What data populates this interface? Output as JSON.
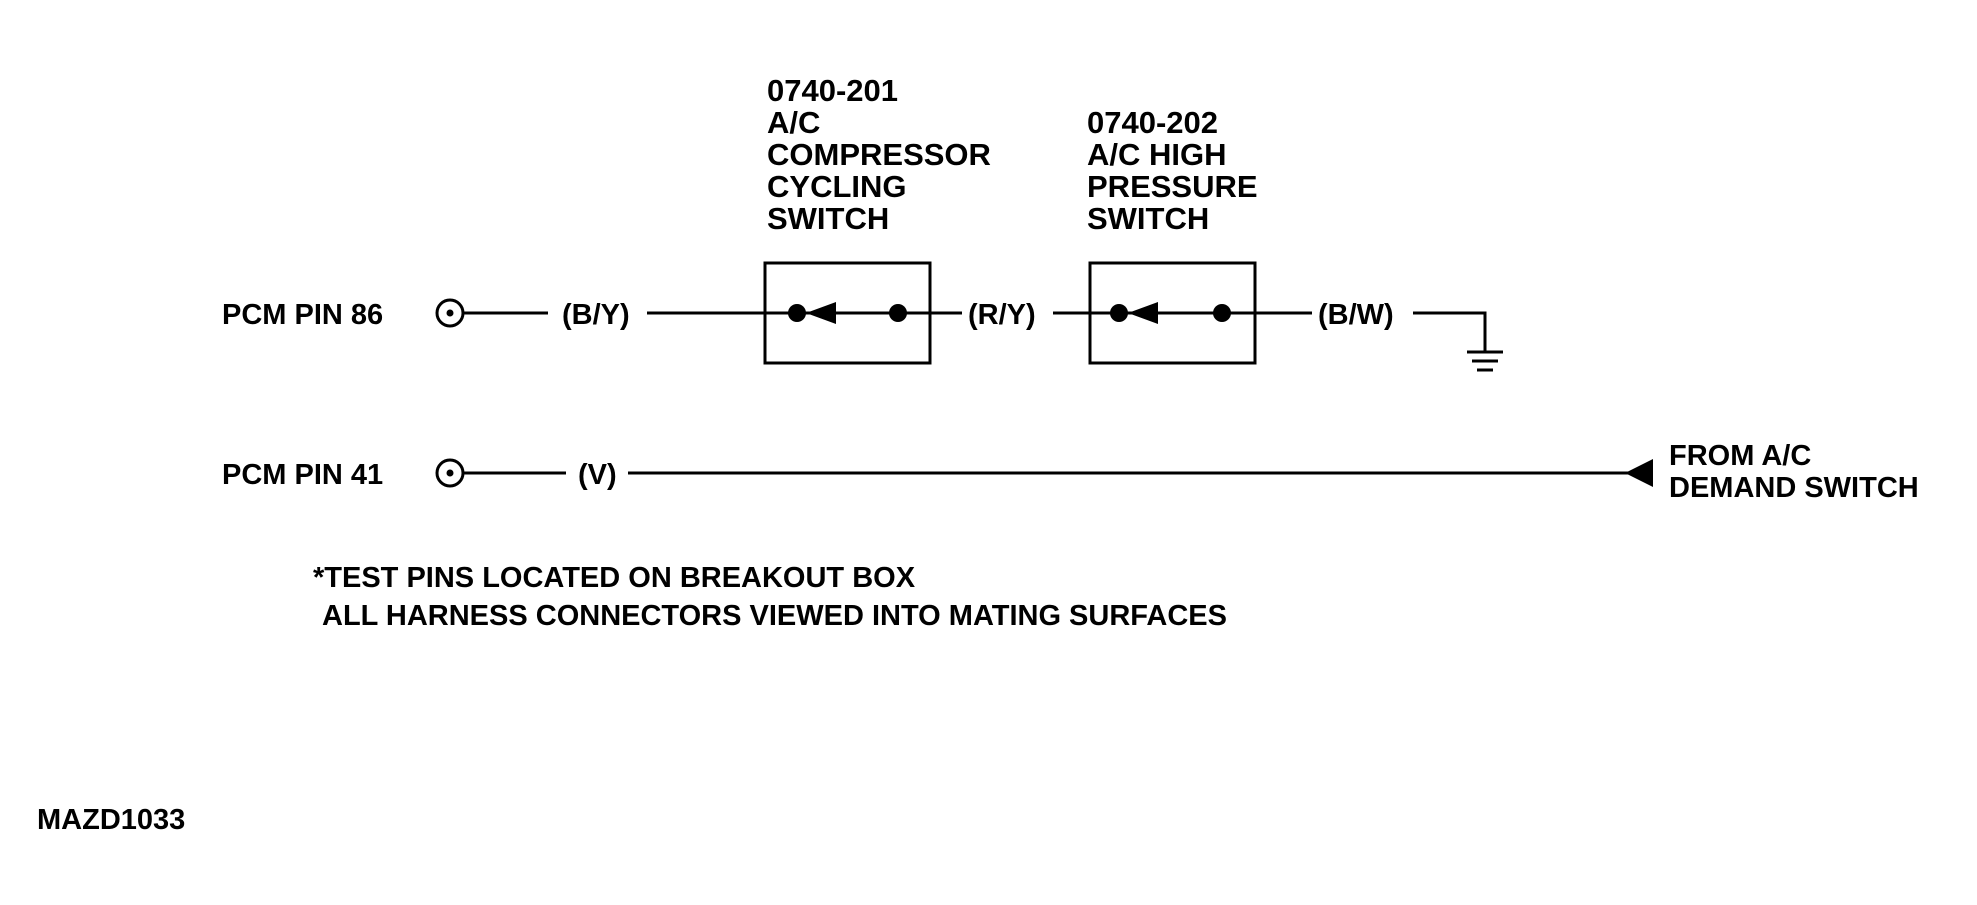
{
  "colors": {
    "ink": "#000000",
    "background": "#ffffff"
  },
  "circuit_1": {
    "pin_label": "PCM PIN 86",
    "wire_1": "(B/Y)",
    "wire_2": "(R/Y)",
    "wire_3": "(B/W)",
    "switch_1": {
      "title_lines": [
        "0740-201",
        "A/C",
        "COMPRESSOR",
        "CYCLING",
        "SWITCH"
      ]
    },
    "switch_2": {
      "title_lines": [
        "0740-202",
        "A/C HIGH",
        "PRESSURE",
        "SWITCH"
      ]
    },
    "ground_icon": "ground-symbol-icon"
  },
  "circuit_2": {
    "pin_label": "PCM PIN 41",
    "wire": "(V)",
    "source_lines": [
      "FROM A/C",
      "DEMAND SWITCH"
    ],
    "arrow_icon": "arrowhead-icon"
  },
  "notes": [
    "*TEST PINS LOCATED ON BREAKOUT BOX",
    "ALL HARNESS CONNECTORS VIEWED INTO MATING SURFACES"
  ],
  "figure_id": "MAZD1033"
}
